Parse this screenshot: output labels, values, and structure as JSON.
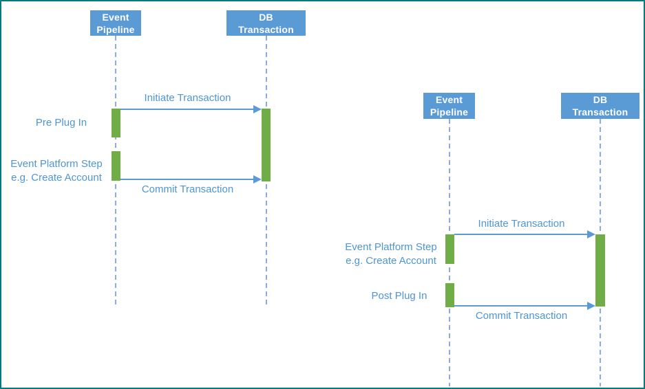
{
  "diagram_type": "uml-sequence-diagram-pair",
  "colors": {
    "actor_fill": "#5b9bd5",
    "actor_text": "#ffffff",
    "activation_fill": "#70ad47",
    "message_line": "#5b9bd5",
    "label_text": "#4e95d4",
    "lifeline": "#8badde",
    "page_border": "#007b7f",
    "background": "#ffffff"
  },
  "left": {
    "actors": [
      {
        "name": "Event Pipeline",
        "line1": "Event",
        "line2": "Pipeline"
      },
      {
        "name": "DB Transaction",
        "line1": "DB",
        "line2": "Transaction"
      }
    ],
    "messages": [
      {
        "label": "Initiate Transaction",
        "from": "Event Pipeline",
        "to": "DB Transaction"
      },
      {
        "label": "Commit Transaction",
        "from": "Event Pipeline",
        "to": "DB Transaction"
      }
    ],
    "steps": [
      {
        "lines": [
          "Pre Plug In"
        ]
      },
      {
        "lines": [
          "Event Platform Step",
          "e.g. Create Account"
        ]
      }
    ]
  },
  "right": {
    "actors": [
      {
        "name": "Event Pipeline",
        "line1": "Event",
        "line2": "Pipeline"
      },
      {
        "name": "DB Transaction",
        "line1": "DB",
        "line2": "Transaction"
      }
    ],
    "messages": [
      {
        "label": "Initiate Transaction",
        "from": "Event Pipeline",
        "to": "DB Transaction"
      },
      {
        "label": "Commit Transaction",
        "from": "Event Pipeline",
        "to": "DB Transaction"
      }
    ],
    "steps": [
      {
        "lines": [
          "Event Platform Step",
          "e.g. Create Account"
        ]
      },
      {
        "lines": [
          "Post Plug In"
        ]
      }
    ]
  }
}
